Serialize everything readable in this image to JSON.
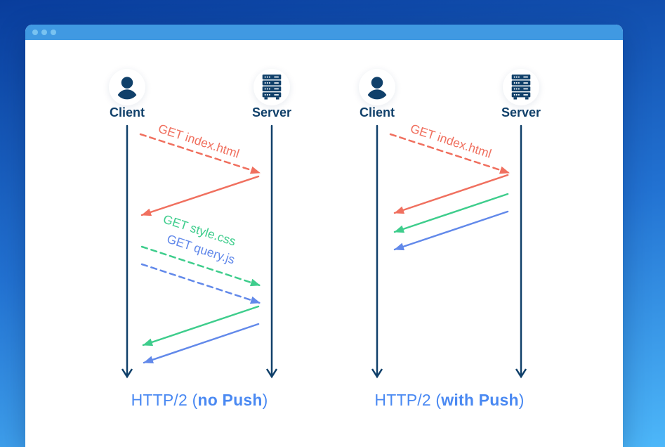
{
  "window": {
    "controls": [
      "dot",
      "dot",
      "dot"
    ]
  },
  "colors": {
    "bg_top": "#093d9c",
    "bg_mid": "#2272d2",
    "bg_bottom": "#4db7f9",
    "titlebar": "#4099e2",
    "titlebar_dot": "#79c3f1",
    "window_bg": "#ffffff",
    "navy": "#10406a",
    "red": "#f0705f",
    "green": "#3ecd8c",
    "blue": "#6289ea",
    "title_blue": "#4a89f2"
  },
  "diagrams": [
    {
      "client_label": "Client",
      "server_label": "Server",
      "title_prefix": "HTTP/2 (",
      "title_bold": "no Push",
      "title_suffix": ")",
      "messages": [
        {
          "label": "GET index.html",
          "color": "red",
          "style": "dashed",
          "direction": "client-to-server"
        },
        {
          "color": "red",
          "style": "solid",
          "direction": "server-to-client"
        },
        {
          "label": "GET style.css",
          "color": "green",
          "style": "dashed",
          "direction": "client-to-server"
        },
        {
          "label": "GET query.js",
          "color": "blue",
          "style": "dashed",
          "direction": "client-to-server"
        },
        {
          "color": "green",
          "style": "solid",
          "direction": "server-to-client"
        },
        {
          "color": "blue",
          "style": "solid",
          "direction": "server-to-client"
        }
      ]
    },
    {
      "client_label": "Client",
      "server_label": "Server",
      "title_prefix": "HTTP/2 (",
      "title_bold": "with Push",
      "title_suffix": ")",
      "messages": [
        {
          "label": "GET index.html",
          "color": "red",
          "style": "dashed",
          "direction": "client-to-server"
        },
        {
          "color": "red",
          "style": "solid",
          "direction": "server-to-client"
        },
        {
          "color": "green",
          "style": "solid",
          "direction": "server-to-client"
        },
        {
          "color": "blue",
          "style": "solid",
          "direction": "server-to-client"
        }
      ]
    }
  ]
}
